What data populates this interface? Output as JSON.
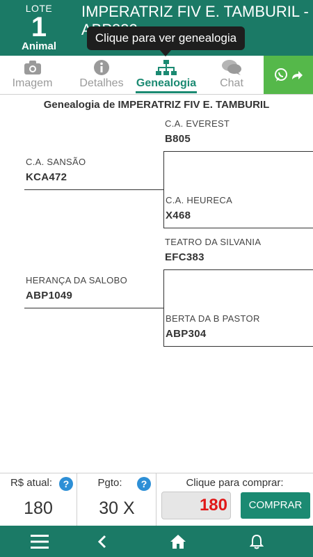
{
  "header": {
    "lote_label": "LOTE",
    "lote_number": "1",
    "lote_sub": "Animal",
    "title": "IMPERATRIZ FIV E. TAMBURIL - ABP832"
  },
  "tooltip": {
    "text": "Clique para ver genealogia"
  },
  "tabs": [
    {
      "label": "Imagem",
      "icon": "camera-icon"
    },
    {
      "label": "Detalhes",
      "icon": "info-icon"
    },
    {
      "label": "Genealogia",
      "icon": "sitemap-icon",
      "active": true
    },
    {
      "label": "Chat",
      "icon": "chat-icon"
    }
  ],
  "share": {
    "icon": "whatsapp-share-icon",
    "color": "#55b84a"
  },
  "pedigree": {
    "title": "Genealogia de IMPERATRIZ FIV E. TAMBURIL",
    "sire": {
      "name": "C.A. SANSÃO",
      "reg": "KCA472"
    },
    "dam": {
      "name": "HERANÇA DA SALOBO",
      "reg": "ABP1049"
    },
    "sire_sire": {
      "name": "C.A. EVEREST",
      "reg": "B805"
    },
    "sire_dam": {
      "name": "C.A. HEURECA",
      "reg": "X468"
    },
    "dam_sire": {
      "name": "TEATRO DA SILVANIA",
      "reg": "EFC383"
    },
    "dam_dam": {
      "name": "BERTA DA B PASTOR",
      "reg": "ABP304"
    }
  },
  "purchase": {
    "current_label": "R$ atual:",
    "current_value": "180",
    "payment_label": "Pgto:",
    "payment_value": "30 X",
    "buy_prompt": "Clique para comprar:",
    "bid_value": "180",
    "buy_button": "COMPRAR"
  },
  "colors": {
    "primary": "#1b7a66",
    "accent_red": "#e01818",
    "help_blue": "#2d8fd6"
  },
  "nav": [
    "menu-icon",
    "back-icon",
    "home-icon",
    "bell-icon"
  ]
}
